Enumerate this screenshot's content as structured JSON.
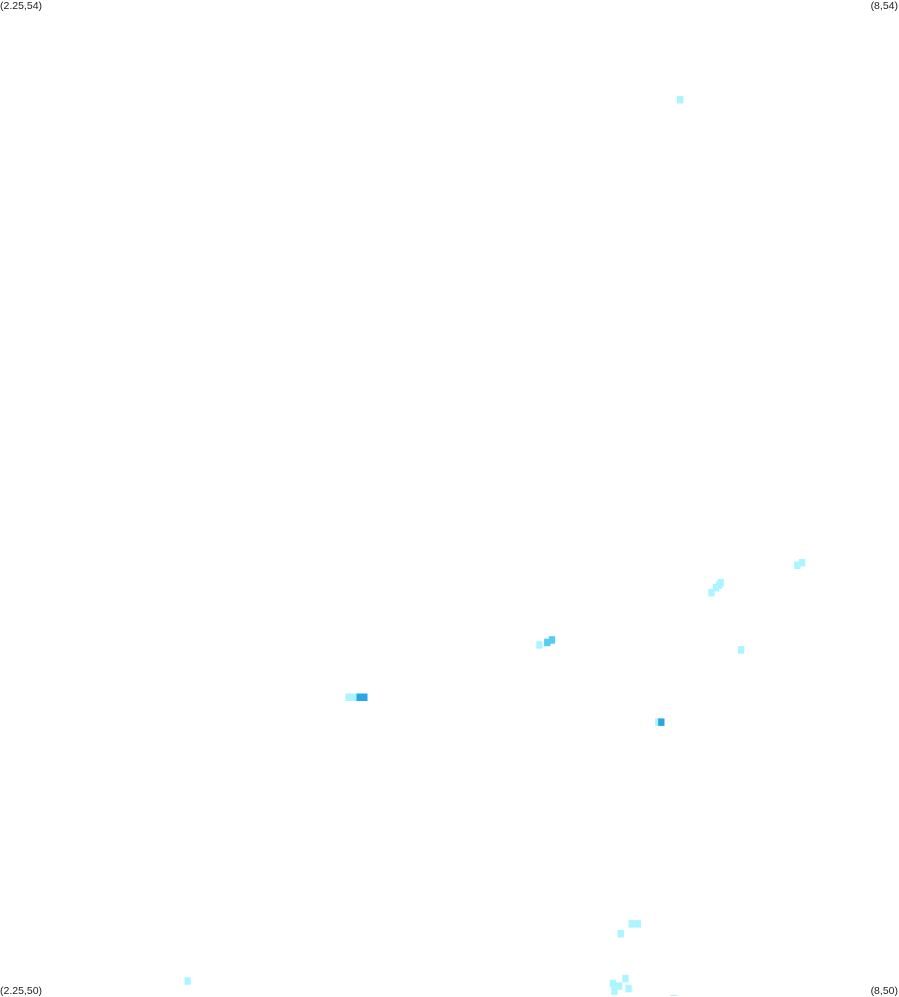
{
  "corners": {
    "top_left": "(2.25,54)",
    "top_right": "(8,54)",
    "bottom_left": "(2.25,50)",
    "bottom_right": "(8,50)"
  },
  "extent": {
    "x_min": 2.25,
    "x_max": 8,
    "y_min": 50,
    "y_max": 54
  },
  "colors": {
    "light": "#aaf5ff",
    "medium": "#55ccf0",
    "dark": "#2aa5e8"
  },
  "chart_data": {
    "type": "heatmap",
    "xlim": [
      2.25,
      8
    ],
    "ylim": [
      50,
      54
    ],
    "grid": false,
    "legend": "none",
    "cell_size": [
      0.04,
      0.03
    ],
    "cells": [
      {
        "x": 6.6,
        "y": 53.6,
        "level": "light"
      },
      {
        "x": 7.35,
        "y": 51.73,
        "level": "light"
      },
      {
        "x": 7.38,
        "y": 51.74,
        "level": "light"
      },
      {
        "x": 6.8,
        "y": 51.62,
        "level": "light"
      },
      {
        "x": 6.83,
        "y": 51.64,
        "level": "light"
      },
      {
        "x": 6.85,
        "y": 51.65,
        "level": "light"
      },
      {
        "x": 6.86,
        "y": 51.66,
        "level": "light"
      },
      {
        "x": 5.7,
        "y": 51.41,
        "level": "light"
      },
      {
        "x": 5.75,
        "y": 51.42,
        "level": "medium"
      },
      {
        "x": 5.78,
        "y": 51.43,
        "level": "medium"
      },
      {
        "x": 6.99,
        "y": 51.39,
        "level": "light"
      },
      {
        "x": 4.48,
        "y": 51.2,
        "level": "light"
      },
      {
        "x": 4.52,
        "y": 51.2,
        "level": "light"
      },
      {
        "x": 4.55,
        "y": 51.2,
        "level": "dark"
      },
      {
        "x": 4.58,
        "y": 51.2,
        "level": "dark"
      },
      {
        "x": 6.46,
        "y": 51.1,
        "level": "light"
      },
      {
        "x": 6.48,
        "y": 51.1,
        "level": "dark"
      },
      {
        "x": 6.29,
        "y": 50.29,
        "level": "light"
      },
      {
        "x": 6.33,
        "y": 50.29,
        "level": "light"
      },
      {
        "x": 6.22,
        "y": 50.25,
        "level": "light"
      },
      {
        "x": 3.45,
        "y": 50.06,
        "level": "light"
      },
      {
        "x": 6.17,
        "y": 50.05,
        "level": "light"
      },
      {
        "x": 6.25,
        "y": 50.07,
        "level": "light"
      },
      {
        "x": 6.21,
        "y": 50.04,
        "level": "light"
      },
      {
        "x": 6.27,
        "y": 50.03,
        "level": "light"
      },
      {
        "x": 6.18,
        "y": 50.02,
        "level": "light"
      },
      {
        "x": 6.56,
        "y": 49.99,
        "level": "light"
      }
    ]
  }
}
